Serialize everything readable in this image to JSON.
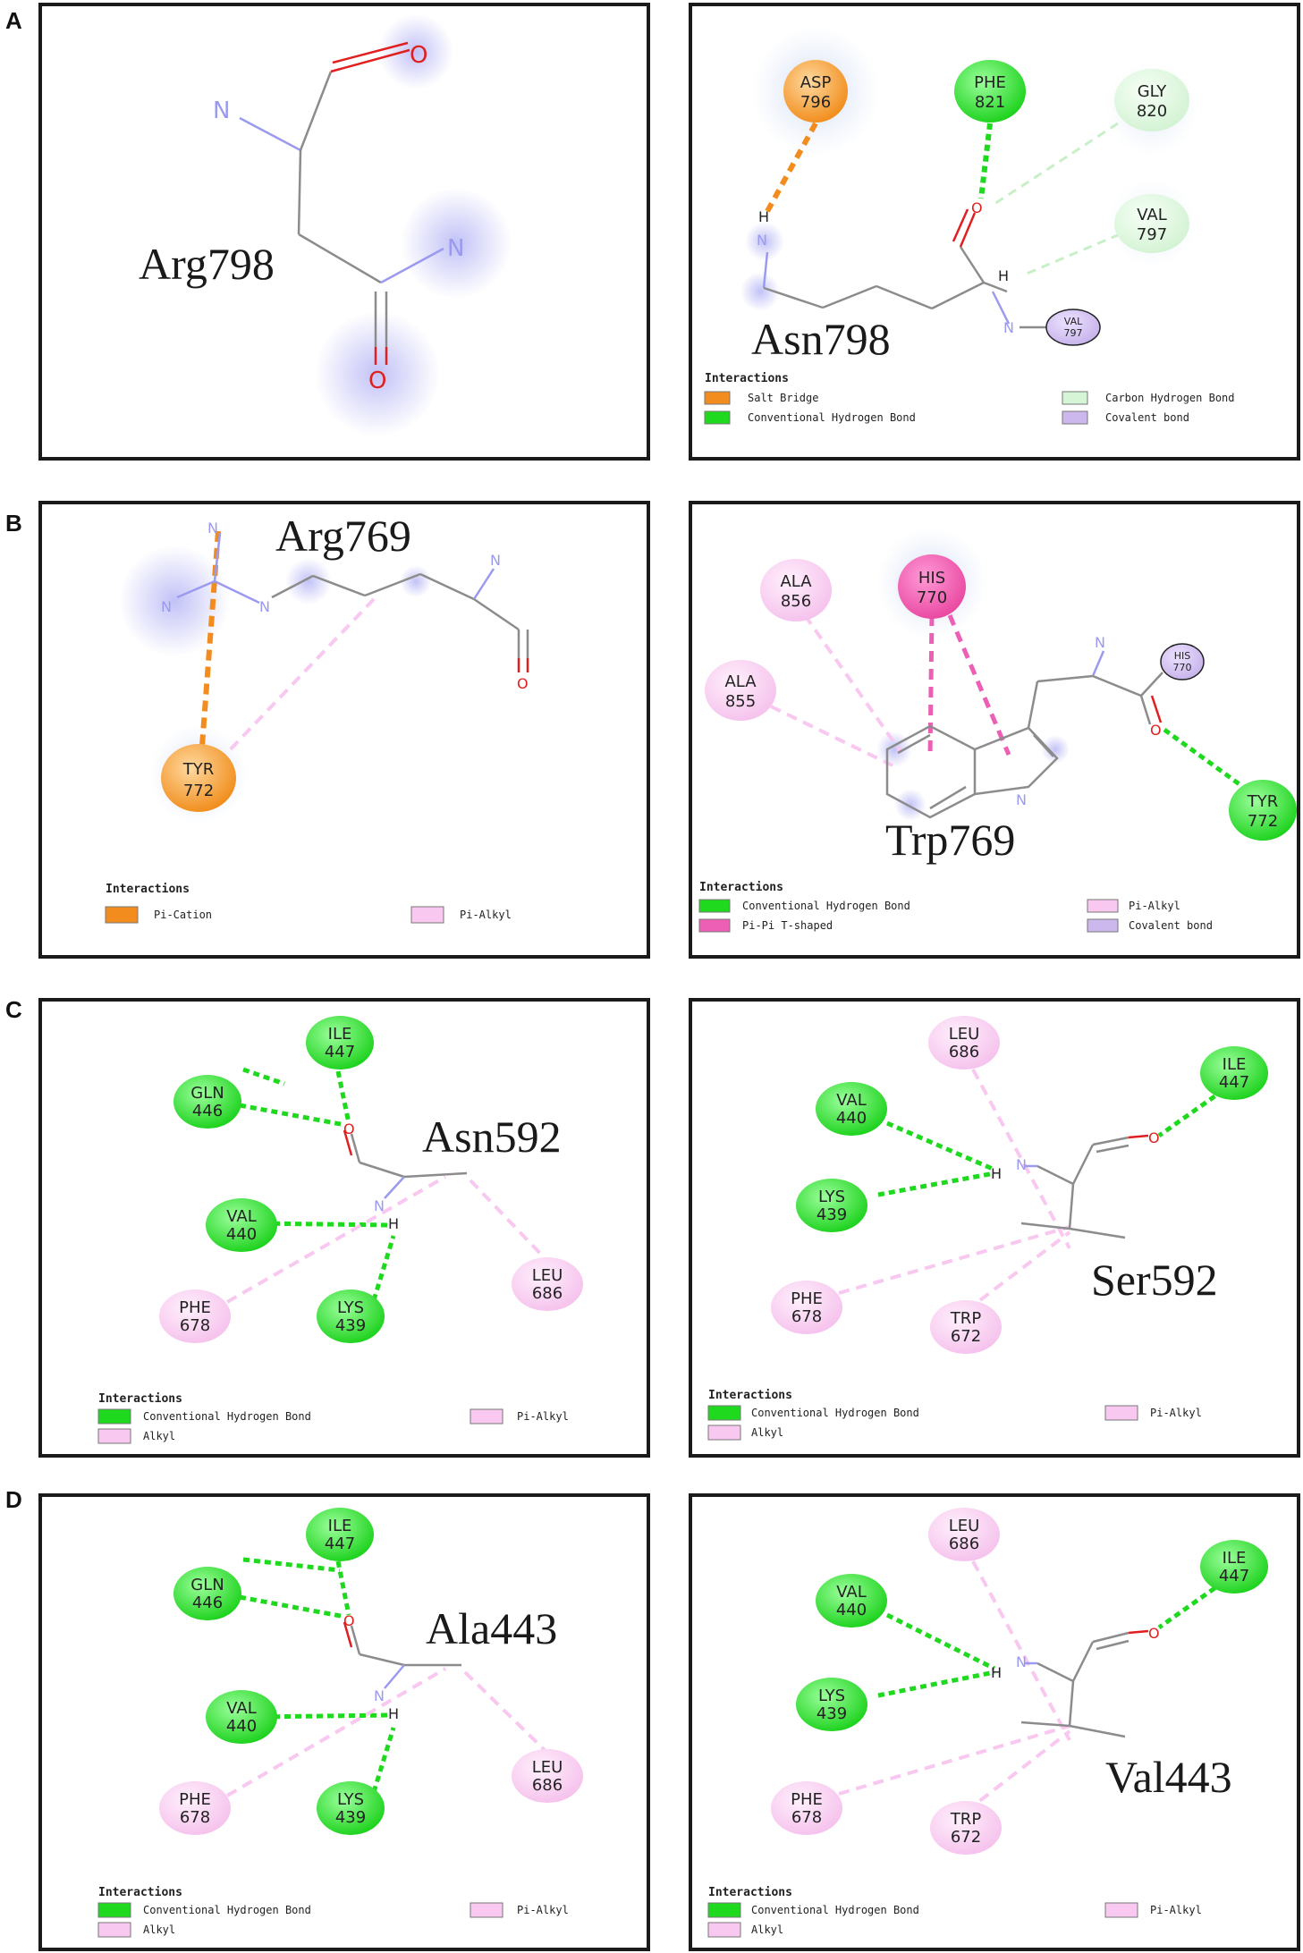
{
  "colors": {
    "salt_bridge": "#f28c1e",
    "conv_hbond": "#1fd91f",
    "carbon_hbond": "#d6f5d6",
    "covalent": "#cdb8ee",
    "pi_alkyl": "#f9c8f0",
    "alkyl": "#f9c8f0",
    "pi_cation": "#f28c1e",
    "pi_pi": "#ec5fb4"
  },
  "panels": {
    "A_left": {
      "row_label": "A",
      "residue": "Arg798",
      "atoms": {
        "n": "N",
        "o1": "O",
        "n2": "N",
        "o2": "O"
      }
    },
    "A_right": {
      "residue": "Asn798",
      "atoms": {
        "n1": "N",
        "h1": "H",
        "o": "O",
        "h2": "H",
        "n2": "N"
      },
      "nodes": [
        {
          "res": "ASP",
          "num": "796"
        },
        {
          "res": "PHE",
          "num": "821"
        },
        {
          "res": "GLY",
          "num": "820"
        },
        {
          "res": "VAL",
          "num": "797"
        },
        {
          "res": "VAL",
          "num": "797"
        }
      ],
      "legend": {
        "title": "Interactions",
        "items": [
          "Salt Bridge",
          "Conventional Hydrogen Bond",
          "Carbon Hydrogen Bond",
          "Covalent bond"
        ]
      }
    },
    "B_left": {
      "row_label": "B",
      "residue": "Arg769",
      "atoms": {
        "n_top": "N",
        "n_left": "N",
        "n_mid": "N",
        "n_right": "N",
        "o": "O"
      },
      "nodes": [
        {
          "res": "TYR",
          "num": "772"
        }
      ],
      "legend": {
        "title": "Interactions",
        "items": [
          "Pi-Cation",
          "Pi-Alkyl"
        ]
      }
    },
    "B_right": {
      "residue": "Trp769",
      "atoms": {
        "n_top": "N",
        "o": "O",
        "n_ring": "N"
      },
      "nodes": [
        {
          "res": "ALA",
          "num": "856"
        },
        {
          "res": "HIS",
          "num": "770"
        },
        {
          "res": "ALA",
          "num": "855"
        },
        {
          "res": "HIS",
          "num": "770"
        },
        {
          "res": "TYR",
          "num": "772"
        }
      ],
      "legend": {
        "title": "Interactions",
        "items": [
          "Conventional Hydrogen Bond",
          "Pi-Pi T-shaped",
          "Pi-Alkyl",
          "Covalent bond"
        ]
      }
    },
    "C_left": {
      "row_label": "C",
      "residue": "Asn592",
      "atoms": {
        "o": "O",
        "n": "N",
        "h": "H"
      },
      "nodes": [
        {
          "res": "ILE",
          "num": "447"
        },
        {
          "res": "GLN",
          "num": "446"
        },
        {
          "res": "VAL",
          "num": "440"
        },
        {
          "res": "PHE",
          "num": "678"
        },
        {
          "res": "LYS",
          "num": "439"
        },
        {
          "res": "LEU",
          "num": "686"
        }
      ],
      "legend": {
        "title": "Interactions",
        "items": [
          "Conventional Hydrogen Bond",
          "Alkyl",
          "Pi-Alkyl"
        ]
      }
    },
    "C_right": {
      "residue": "Ser592",
      "atoms": {
        "o": "O",
        "n": "N",
        "h": "H"
      },
      "nodes": [
        {
          "res": "LEU",
          "num": "686"
        },
        {
          "res": "ILE",
          "num": "447"
        },
        {
          "res": "VAL",
          "num": "440"
        },
        {
          "res": "LYS",
          "num": "439"
        },
        {
          "res": "PHE",
          "num": "678"
        },
        {
          "res": "TRP",
          "num": "672"
        }
      ],
      "legend": {
        "title": "Interactions",
        "items": [
          "Conventional Hydrogen Bond",
          "Alkyl",
          "Pi-Alkyl"
        ]
      }
    },
    "D_left": {
      "row_label": "D",
      "residue": "Ala443",
      "atoms": {
        "o": "O",
        "n": "N",
        "h": "H"
      },
      "nodes": [
        {
          "res": "ILE",
          "num": "447"
        },
        {
          "res": "GLN",
          "num": "446"
        },
        {
          "res": "VAL",
          "num": "440"
        },
        {
          "res": "PHE",
          "num": "678"
        },
        {
          "res": "LYS",
          "num": "439"
        },
        {
          "res": "LEU",
          "num": "686"
        }
      ],
      "legend": {
        "title": "Interactions",
        "items": [
          "Conventional Hydrogen Bond",
          "Alkyl",
          "Pi-Alkyl"
        ]
      }
    },
    "D_right": {
      "residue": "Val443",
      "atoms": {
        "o": "O",
        "n": "N",
        "h": "H"
      },
      "nodes": [
        {
          "res": "LEU",
          "num": "686"
        },
        {
          "res": "ILE",
          "num": "447"
        },
        {
          "res": "VAL",
          "num": "440"
        },
        {
          "res": "LYS",
          "num": "439"
        },
        {
          "res": "PHE",
          "num": "678"
        },
        {
          "res": "TRP",
          "num": "672"
        }
      ],
      "legend": {
        "title": "Interactions",
        "items": [
          "Conventional Hydrogen Bond",
          "Alkyl",
          "Pi-Alkyl"
        ]
      }
    }
  }
}
